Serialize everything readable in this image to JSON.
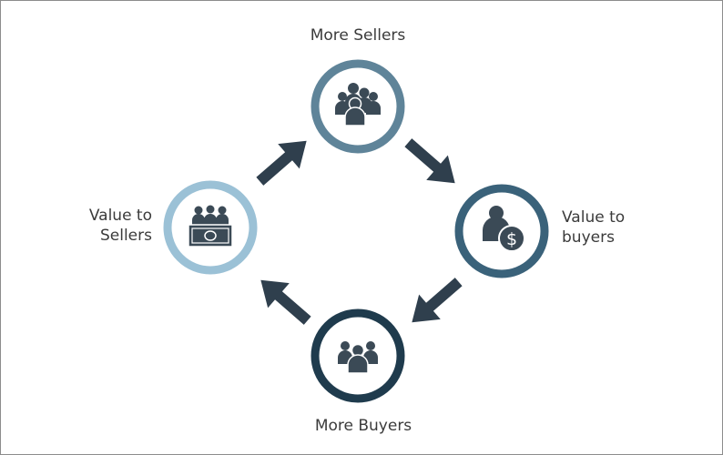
{
  "nodes": {
    "top": {
      "label": "More Sellers",
      "ring_color": "#5f8499",
      "icon": "group-icon"
    },
    "right": {
      "label_line1": "Value to",
      "label_line2": "buyers",
      "ring_color": "#3a627a",
      "icon": "person-dollar-icon"
    },
    "bottom": {
      "label": "More Buyers",
      "ring_color": "#1f3b4d",
      "icon": "group-small-icon"
    },
    "left": {
      "label_line1": "Value to",
      "label_line2": "Sellers",
      "ring_color": "#9bc1d6",
      "icon": "cash-people-icon"
    }
  },
  "arrow_color": "#2f3f4d",
  "icon_color": "#3b4a56"
}
